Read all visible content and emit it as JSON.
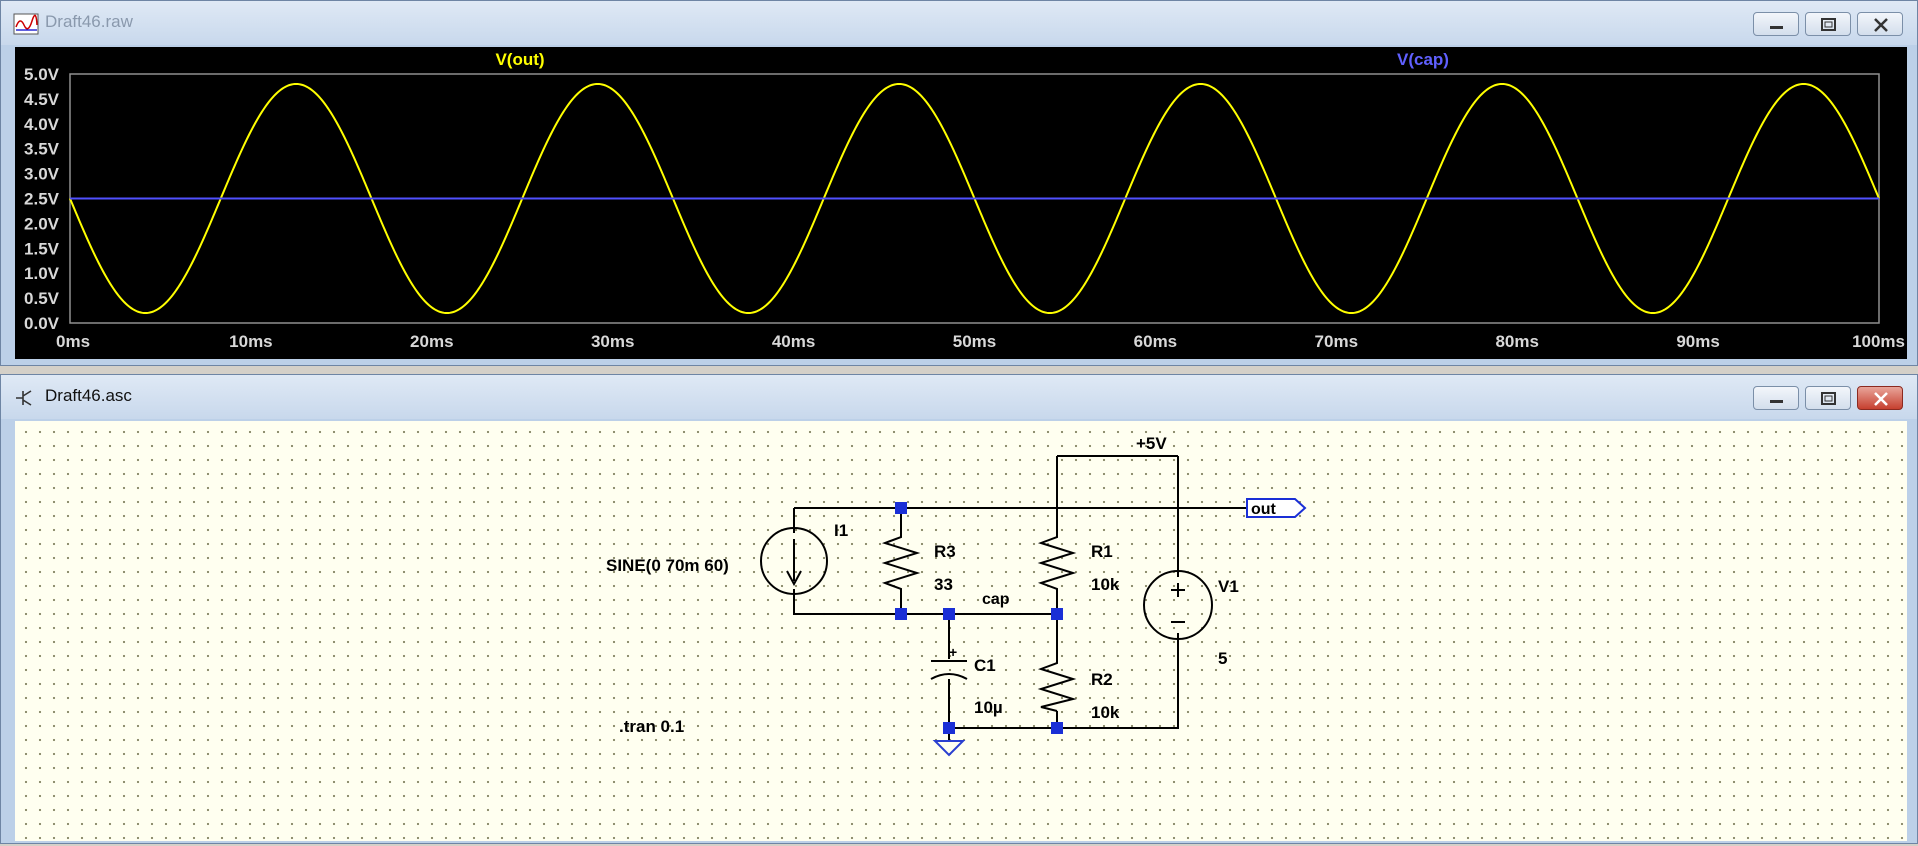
{
  "plot_window": {
    "title": "Draft46.raw",
    "traces": [
      {
        "name": "V(out)",
        "color": "#ffff00"
      },
      {
        "name": "V(cap)",
        "color": "#5050ff"
      }
    ],
    "y_ticks": [
      "5.0V",
      "4.5V",
      "4.0V",
      "3.5V",
      "3.0V",
      "2.5V",
      "2.0V",
      "1.5V",
      "1.0V",
      "0.5V",
      "0.0V"
    ],
    "x_ticks": [
      "0ms",
      "10ms",
      "20ms",
      "30ms",
      "40ms",
      "50ms",
      "60ms",
      "70ms",
      "80ms",
      "90ms",
      "100ms"
    ]
  },
  "chart_data": {
    "type": "line",
    "xlabel": "",
    "ylabel": "",
    "xlim": [
      0,
      100
    ],
    "ylim": [
      0,
      5
    ],
    "x_unit": "ms",
    "y_unit": "V",
    "series": [
      {
        "name": "V(out)",
        "color": "#ffff00",
        "function": "2.5 - 2.3*sin(2*pi*60*t)",
        "amplitude": 2.3,
        "offset": 2.5,
        "frequency_hz": 60
      },
      {
        "name": "V(cap)",
        "color": "#5050ff",
        "function": "constant",
        "value": 2.5
      }
    ]
  },
  "schematic_window": {
    "title": "Draft46.asc",
    "labels": {
      "I1": "I1",
      "I1_value": "SINE(0 70m 60)",
      "R3": "R3",
      "R3_value": "33",
      "R1": "R1",
      "R1_value": "10k",
      "R2": "R2",
      "R2_value": "10k",
      "C1": "C1",
      "C1_value": "10µ",
      "C1_plus": "+",
      "V1": "V1",
      "V1_value": "5",
      "supply": "+5V",
      "net_cap": "cap",
      "net_out": "out",
      "directive": ".tran 0.1"
    }
  }
}
